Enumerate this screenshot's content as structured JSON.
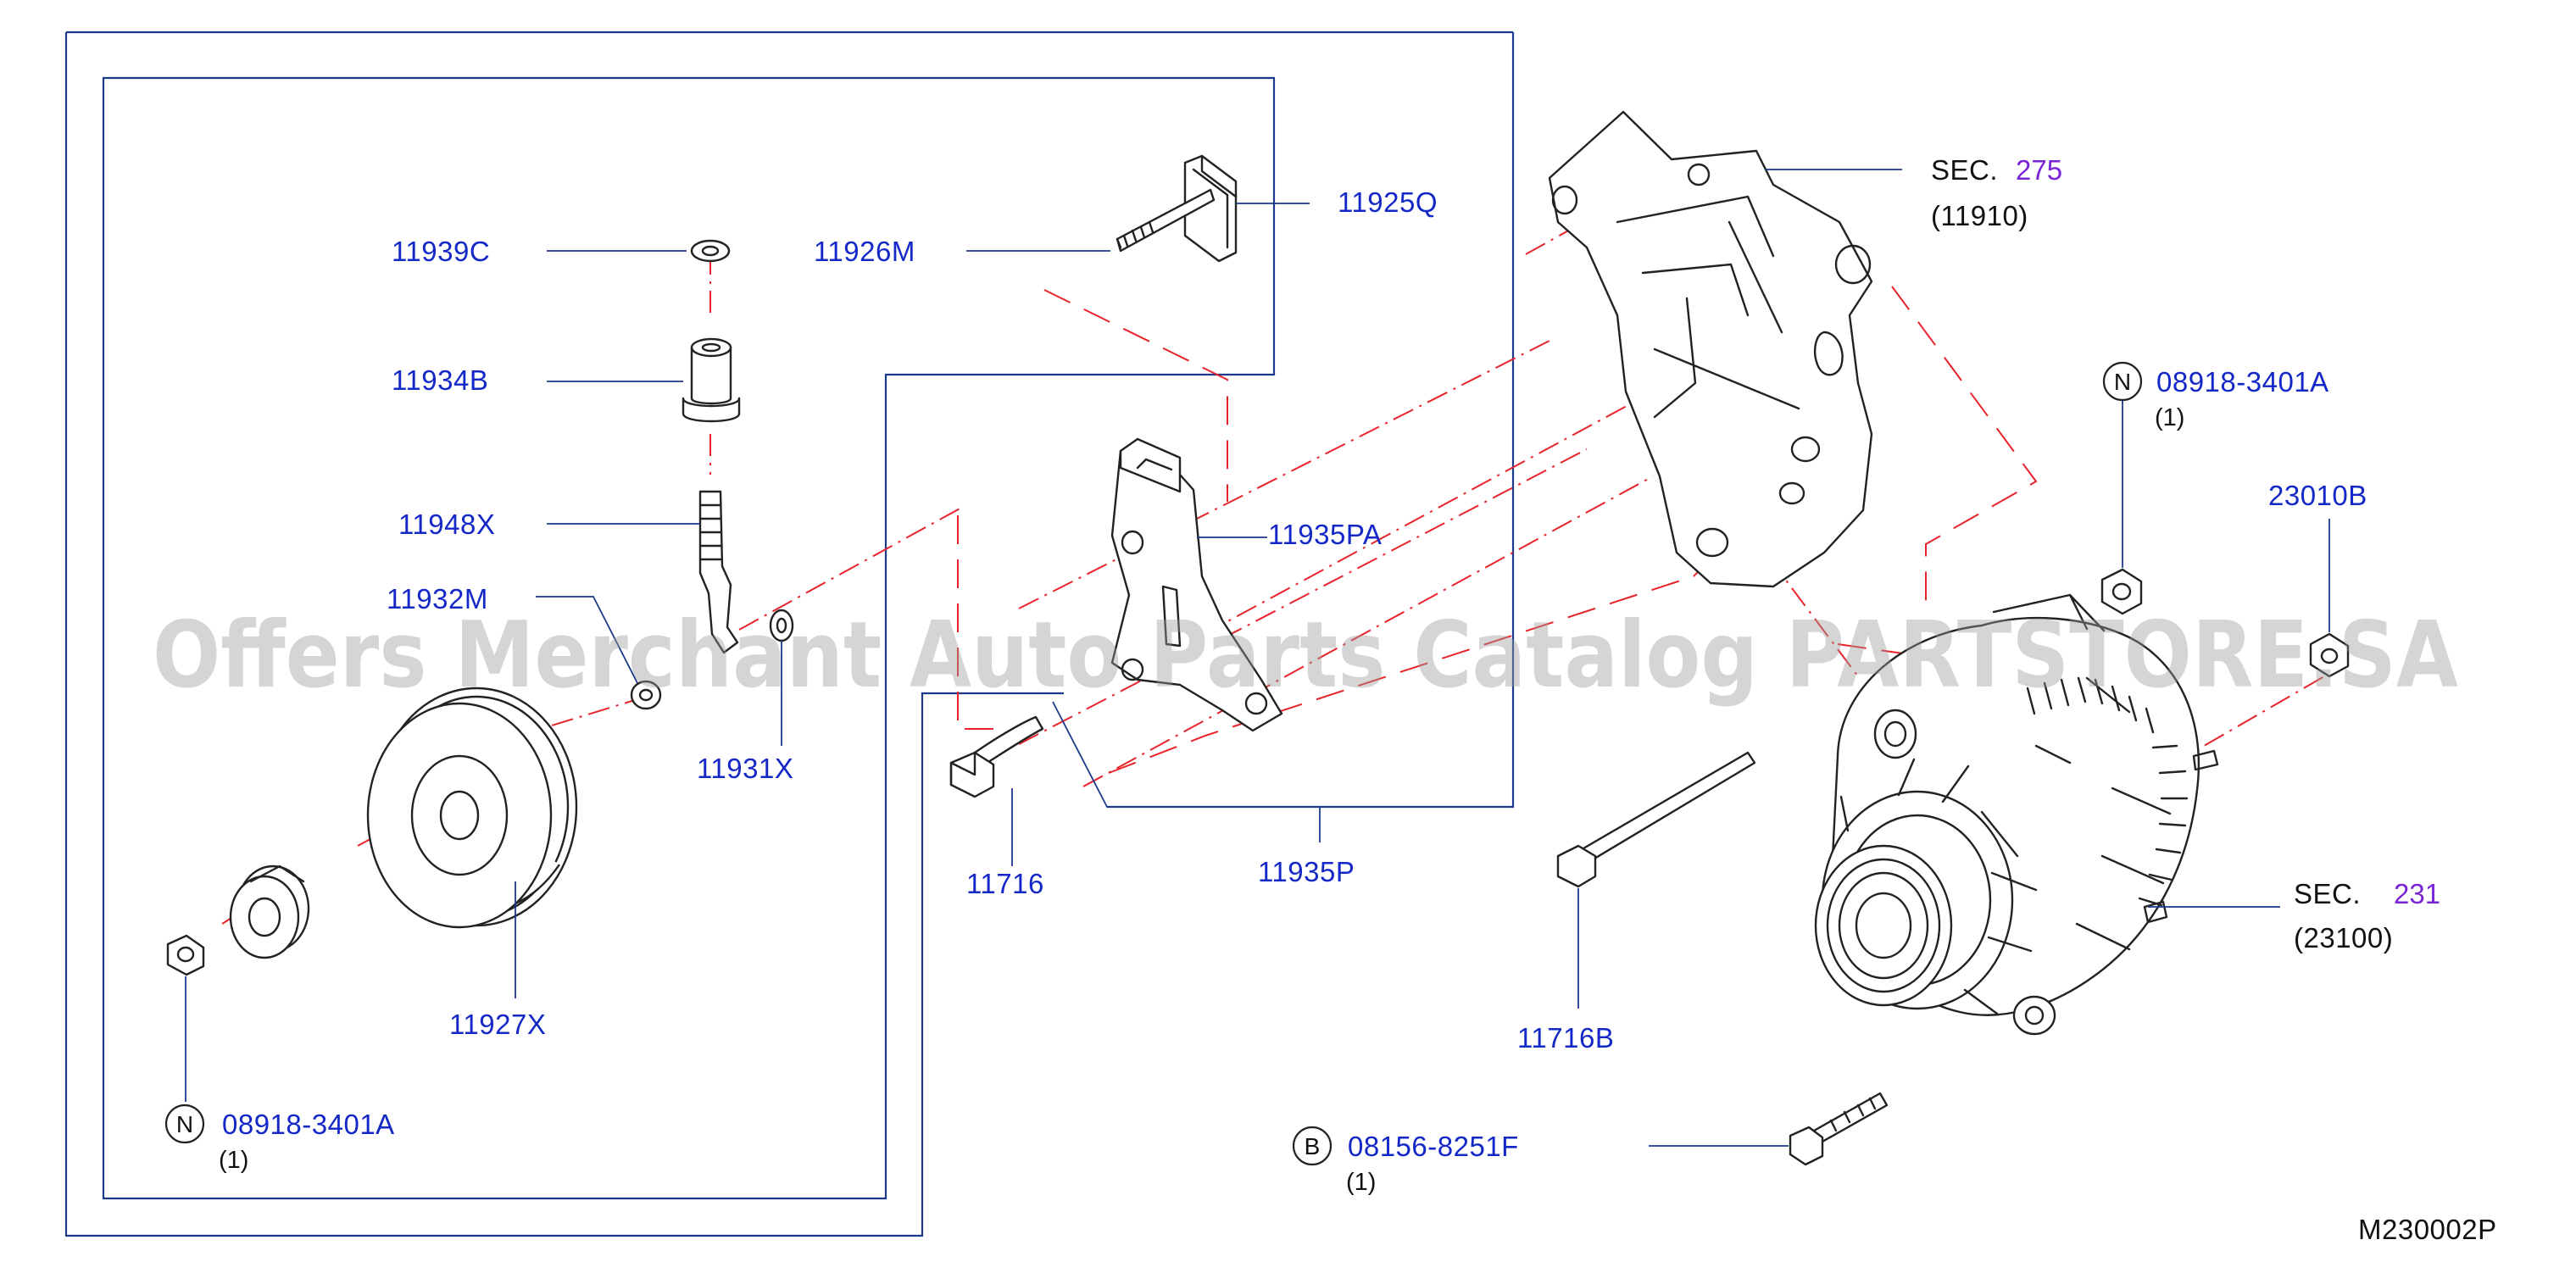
{
  "watermark": "Offers Merchant Auto Parts Catalog PARTSTORE.SA",
  "diagram_code": "M230002P",
  "parts": {
    "p11939C": "11939C",
    "p11926M": "11926M",
    "p11925Q": "11925Q",
    "p11934B": "11934B",
    "p11948X": "11948X",
    "p11932M": "11932M",
    "p11931X": "11931X",
    "p11935PA": "11935PA",
    "p11716": "11716",
    "p11935P": "11935P",
    "p11927X": "11927X",
    "p11716B": "11716B",
    "p23010B": "23010B",
    "nut_left": "08918-3401A",
    "nut_left_qty": "(1)",
    "nut_right": "08918-3401A",
    "nut_right_qty": "(1)",
    "bolt_b": "08156-8251F",
    "bolt_b_qty": "(1)"
  },
  "badges": {
    "n_left": "N",
    "n_right": "N",
    "b": "B"
  },
  "sections": {
    "bracket": {
      "prefix": "SEC.",
      "number": "275",
      "ref": "(11910)"
    },
    "alternator": {
      "prefix": "SEC.",
      "number": "231",
      "ref": "(23100)"
    }
  },
  "colors": {
    "label_blue": "#1428c8",
    "section_purple": "#7a24d6",
    "dash_red": "#e8232a",
    "frame_blue": "#1b3a8c"
  }
}
